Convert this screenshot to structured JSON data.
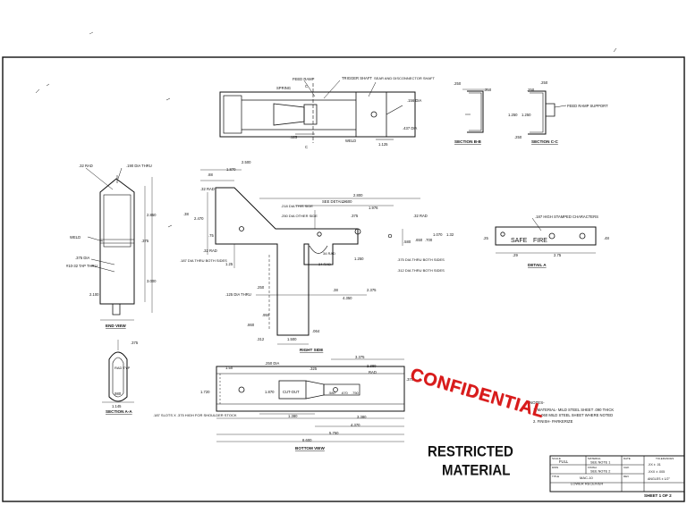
{
  "sheet_label": "SHEET 1 OF 2",
  "stamps": {
    "confidential": "CONFIDENTIAL",
    "restricted_line1": "RESTRICTED",
    "restricted_line2": "MATERIAL"
  },
  "top_view": {
    "feed_ramp": "FEED RAMP",
    "trigger_shaft": "TRIGGER SHAFT",
    "sear": "SEAR AND DISCONNECTOR SHAFT",
    "spring": "SPRING",
    "dim_156": ".156 DIA",
    "dim_437": ".437 DIA",
    "dim_125": ".125",
    "dim_1125": "1.125",
    "weld": "WELD",
    "c_marker": "C"
  },
  "section_bb": {
    "title": "SECTION B-B",
    "d1": ".250",
    "d2": ".250"
  },
  "section_cc": {
    "title": "SECTION C-C",
    "d1": ".250",
    "d2": ".250",
    "d3": "1.250",
    "d4": "1.250",
    "d5": ".250",
    "feed": "FEED RAMP SUPPORT"
  },
  "end_view": {
    "title": "END VIEW",
    "r32": ".32 RAD",
    "thru": ".190 DIA THRU",
    "weld": "WELD",
    "d375": ".375 DIA",
    "tap": "#10-32 TAP THRU",
    "h2850": "2.850",
    "h3000": "3.000",
    "w375": ".375",
    "w2": "2.100"
  },
  "right_side": {
    "title": "RIGHT SIDE",
    "d2500": "2.500",
    "d1870": "1.870",
    "d3": ".88",
    "r32a": ".32 RAD",
    "d2470": "2.470",
    "d75": ".75",
    "d1": ".38",
    "r32b": ".32 RAD",
    "dia187": ".187 DIA THRU BOTH SIDES",
    "d125": "1.25",
    "d2800": "2.800",
    "d2600": "2.600",
    "d1976": "1.976",
    "sec_a": "SEE DETAIL A",
    "dia218": ".218 DIA THIS SIDE",
    "dia250": ".250 DIA OTHER SIDE",
    "d375": ".375",
    "r32c": ".32 RAD",
    "d1070": "1.070",
    "d132": "1.32",
    "d580": ".580",
    "d650": ".650",
    "d700": ".700",
    "dia375": ".375 DIA THRU BOTH SIDES",
    "dia312": ".312 DIA THRU BOTH SIDES",
    "d1250": "1.250",
    "d38": ".38",
    "d2375": "2.375",
    "d4350": "4.350",
    "dia125": ".125 DIA THRU",
    "d250": ".250",
    "d950": ".950",
    "d0860": ".860",
    "d312": ".312",
    "d1500": "1.500",
    "d064": ".064",
    "d_rad": "34 RAD",
    "d_rad2": "34 RAD"
  },
  "detail_a": {
    "title": "DETAIL A",
    "chars": ".187 HIGH STAMPED CHARACTERS",
    "safe": "SAFE",
    "fire": "FIRE",
    "d25": ".25",
    "d29": ".29",
    "d275": "2.75",
    "d48": ".48"
  },
  "section_aa": {
    "title": "SECTION A-A",
    "rad": "RAD TYP",
    "d375": ".375",
    "d980": ".980",
    "d1145": "1.145"
  },
  "bottom_view": {
    "title": "BOTTOM VIEW",
    "d150": "1.50",
    "dia": ".250 DIA",
    "d3375": "3.375",
    "d2380": "2.380",
    "rad": "RAD",
    "d325": ".325",
    "d1720": "1.720",
    "d1870": "1.870",
    "cutout": "CUT-OUT",
    "d375": ".375",
    "d_a": ".580",
    "d_b": ".670",
    "d_c": ".750",
    "d1380": "1.380",
    "d3380": "3.380",
    "d4370": "4.370",
    "d5750": "5.750",
    "d8600": "8.600",
    "slots": ".187 SLOTS X .375 HIGH FOR SHOULDER STOCK"
  },
  "notes": {
    "title": "NOTES-",
    "n1": "1. MATERIAL- MILD STEEL SHEET .090 THICK",
    "n1b": ".060 MILD STEEL SHEET WHERE NOTED",
    "n2": "2. FINISH- PARKERIZE"
  },
  "title_block": {
    "scale_lbl": "SCALE",
    "scale": "FULL",
    "material_lbl": "MATERIAL",
    "material": "SEE NOTE 1",
    "finish_lbl": "FINISH",
    "finish": "SEE NOTE 2",
    "title_lbl": "TITLE",
    "part_no": "MAC-10",
    "part": "LOWER RECEIVER",
    "dwn": "DWN",
    "chk": "CHK",
    "date": "DATE",
    "rev": "REV",
    "tol": "TOLERANCES",
    "t1": ".XX ± .01",
    "t2": ".XXX ± .005",
    "angles": "ANGLES ± 1/2°"
  }
}
